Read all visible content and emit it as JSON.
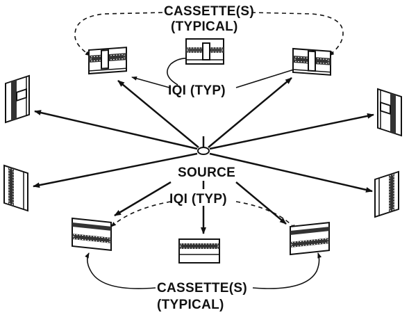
{
  "labels": {
    "cassettes_top_line1": "CASSETTE(S)",
    "cassettes_top_line2": "(TYPICAL)",
    "iqi_top": "IQI (TYP)",
    "source": "SOURCE",
    "iqi_bottom": "IQI (TYP)",
    "cassettes_bottom_line1": "CASSETTE(S)",
    "cassettes_bottom_line2": "(TYPICAL)"
  },
  "colors": {
    "ink": "#111111",
    "background": "#ffffff"
  }
}
